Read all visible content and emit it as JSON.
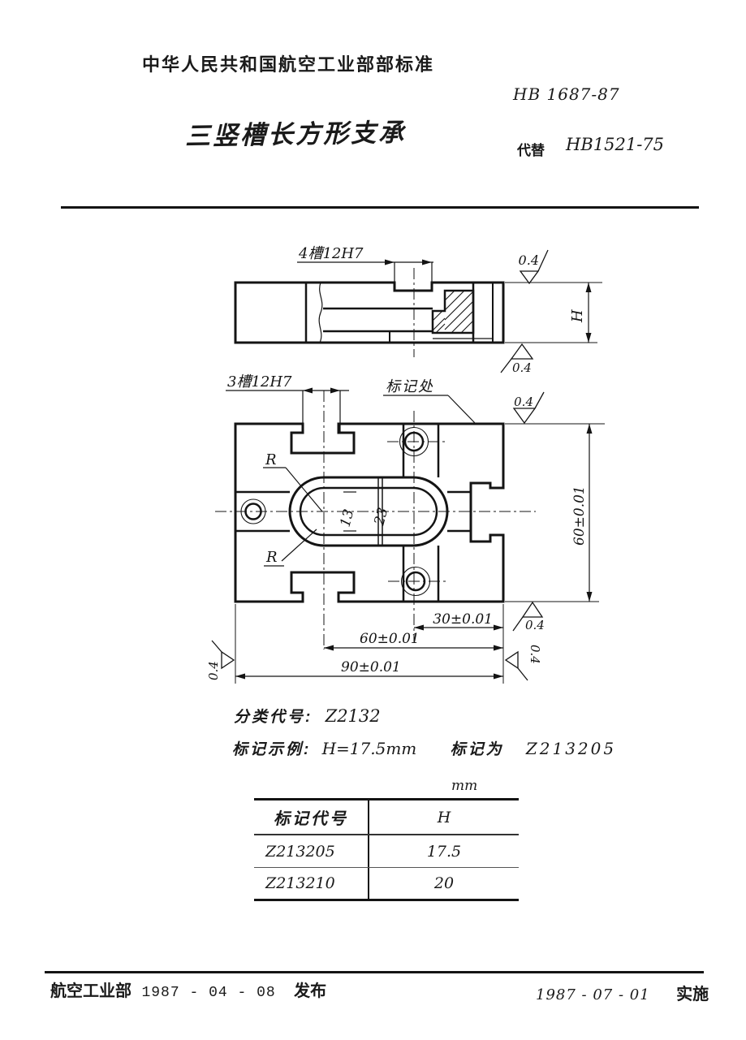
{
  "document": {
    "header": {
      "org_line": "中华人民共和国航空工业部部标准",
      "standard_no": "HB 1687-87",
      "title": "三竖槽长方形支承",
      "replaces_label": "代替",
      "replaces_no": "HB1521-75"
    },
    "drawing": {
      "top_slot_label": "4槽12H7",
      "plan_slot_label": "3槽12H7",
      "mark_spot_label": "标记处",
      "radius_label": "R",
      "width_13": "13",
      "width_23": "23",
      "height_label": "H",
      "dim_30": "30±0.01",
      "dim_60": "60±0.01",
      "dim_90": "90±0.01",
      "dim_60_right": "60±0.01",
      "finish_value": "0.4"
    },
    "notes": {
      "class_label": "分类代号:",
      "class_value": "Z2132",
      "example_label": "标记示例:",
      "example_h": "H=17.5mm",
      "example_mark_label": "标记为",
      "example_mark_value": "Z213205"
    },
    "table": {
      "unit": "mm",
      "col1_header": "标记代号",
      "col2_header": "H",
      "rows": [
        {
          "code": "Z213205",
          "h": "17.5"
        },
        {
          "code": "Z213210",
          "h": "20"
        }
      ]
    },
    "footer": {
      "org": "航空工业部",
      "release_date": "1987 - 04 - 08",
      "release_label": "发布",
      "impl_date": "1987 - 07 - 01",
      "impl_label": "实施"
    }
  }
}
